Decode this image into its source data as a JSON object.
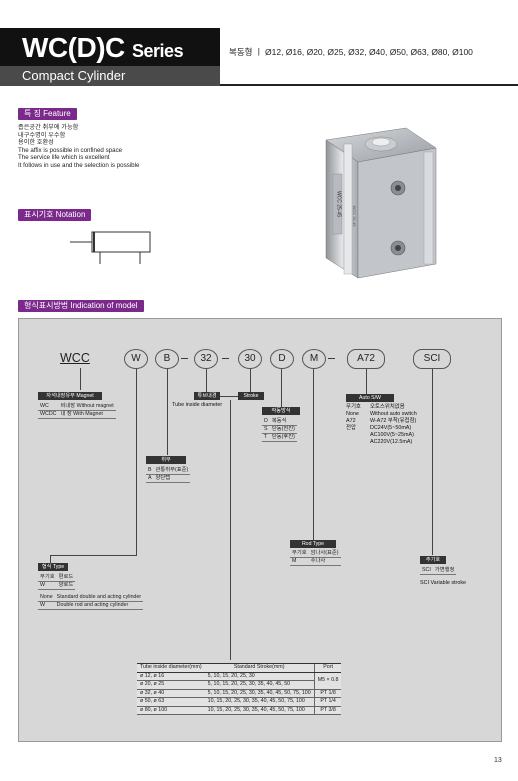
{
  "header": {
    "title_main": "WC(D)C",
    "title_series": "Series",
    "subtitle": "Compact Cylinder",
    "sizes": "복동형 ㅣ Ø12, Ø16, Ø20, Ø25, Ø32, Ø40, Ø50, Ø63, Ø80, Ø100"
  },
  "feature": {
    "tag": "특 징  Feature",
    "lines": [
      "좁은공간 취부에 가능함",
      "내구수명이 우수함",
      "용이한 호환성",
      "The affix is possible in confined space",
      "The service life which is excellent",
      "It follows in use and the selection is possible"
    ]
  },
  "notation": {
    "tag": "표시기호  Notation"
  },
  "model": {
    "tag": "형식표시방법  Indication of model",
    "code": {
      "wcc": "WCC",
      "w": "W",
      "b": "B",
      "bore": "32",
      "stroke": "30",
      "d": "D",
      "m": "M",
      "a72": "A72",
      "sci": "SCI",
      "dash": "–"
    },
    "magnet": {
      "head": "자석내장유무  Magnet",
      "rows": [
        [
          "WC",
          "비내장  Without magnet"
        ],
        [
          "WCDC",
          "내  장  With Magnet"
        ]
      ]
    },
    "bore_head": "튜브내경",
    "bore_desc": "Tube inside diameter",
    "stroke_head": "Stroke",
    "action": {
      "head": "작동방식",
      "rows": [
        [
          "D",
          "복동식"
        ],
        [
          "S",
          "단동(전진)"
        ],
        [
          "T",
          "단동(후진)"
        ]
      ]
    },
    "mount": {
      "head": "취부",
      "rows": [
        [
          "B",
          "관통취부(표준)"
        ],
        [
          "A",
          "양단탭"
        ]
      ]
    },
    "autosw": {
      "head": "Auto S/W",
      "rows": [
        [
          "무기호",
          "오토스위치없음"
        ],
        [
          "None",
          "Without auto switch"
        ],
        [
          "A72",
          "W-A72 부착(유접점)"
        ],
        [
          "전압",
          "DC24V(5~50mA)"
        ],
        [
          "",
          "AC100V(5~25mA)"
        ],
        [
          "",
          "AC220V(12.5mA)"
        ]
      ]
    },
    "rod": {
      "head": "Rod Type",
      "rows": [
        [
          "무기호",
          "암나사(표준)"
        ],
        [
          "M",
          "수나사"
        ]
      ]
    },
    "sci": {
      "head": "주기호",
      "rows": [
        [
          "SCI",
          "가변행정"
        ]
      ],
      "desc": "SCI  Variable stroke"
    },
    "type": {
      "head": "형식  Type",
      "rows": [
        [
          "무기호",
          "편로드"
        ],
        [
          "W",
          "양로드"
        ]
      ],
      "en_rows": [
        [
          "None",
          "Standard double and acting cylinder"
        ],
        [
          "W",
          "Double rod and acting cylinder"
        ]
      ]
    },
    "stroke_table": {
      "headers": [
        "Tube inside diameter(mm)",
        "Standard Stroke(mm)",
        "Port"
      ],
      "rows": [
        [
          "ø 12, ø 16",
          "5, 10, 15, 20, 25, 30",
          "M5 × 0.8"
        ],
        [
          "ø 20, ø 25",
          "5, 10, 15, 20, 25, 30, 35, 40, 45, 50",
          ""
        ],
        [
          "ø 32, ø 40",
          "5, 10, 15, 20, 25, 30, 35, 40, 45, 50, 75, 100",
          "PT 1/8"
        ],
        [
          "ø 50, ø 63",
          "10, 15, 20, 25, 30, 35, 40, 45, 50, 75, 100",
          "PT 1/4"
        ],
        [
          "ø 80, ø 100",
          "10, 15, 20, 25, 30, 35, 40, 45, 50, 75, 100",
          "PT 3/8"
        ]
      ]
    }
  },
  "product_image": {
    "label_top": "WCC 25-45",
    "label_side": "WCC 32-45"
  },
  "page_number": "13"
}
